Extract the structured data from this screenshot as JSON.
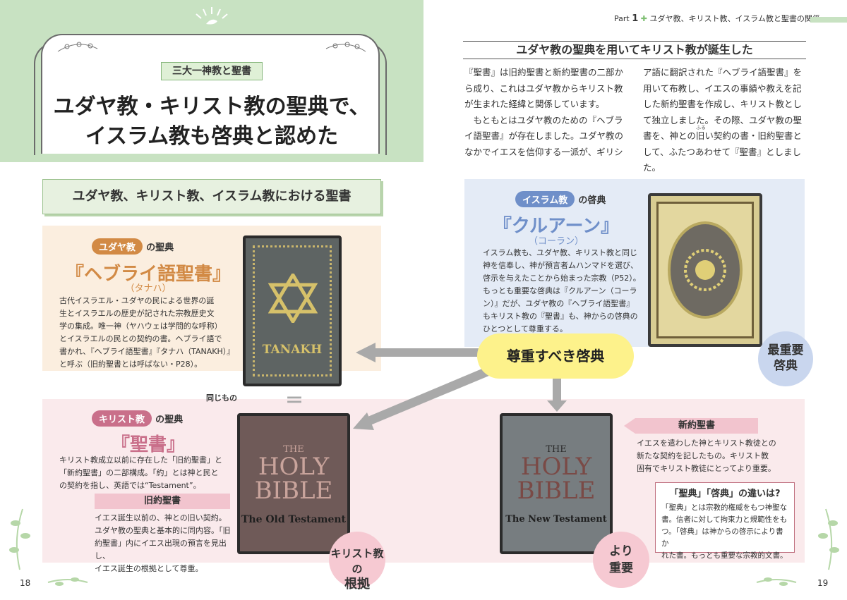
{
  "header": {
    "tag": "三大一神教と聖書",
    "title_line1": "ユダヤ教・キリスト教の聖典で、",
    "title_line2": "イスラム教も啓典と認めた"
  },
  "part": {
    "label": "Part",
    "number": "1",
    "separator": "✚",
    "title": "ユダヤ教、キリスト教、イスラム教と聖書の関係"
  },
  "intro": {
    "heading": "ユダヤ教の聖典を用いてキリスト教が誕生した",
    "col1": [
      "『聖書』は旧約聖書と新約聖書の二部か",
      "ら成り、これはユダヤ教からキリスト教",
      "が生まれた経緯と関係しています。",
      "　もともとはユダヤ教のための『ヘブラ",
      "イ語聖書』が存在しました。ユダヤ教の",
      "なかでイエスを信仰する一派が、ギリシ"
    ],
    "col2": [
      "ア語に翻訳された『ヘブライ語聖書』を",
      "用いて布教し、イエスの事績や教えを記",
      "した新約聖書を作成し、キリスト教とし",
      "て独立しました。その際、ユダヤ教の聖",
      "書を、神との旧い契約の書・旧約聖書と",
      "して、ふたつあわせて『聖書』としました。"
    ],
    "ruby": "ふる"
  },
  "diagram_title": "ユダヤ教、キリスト教、イスラム教における聖書",
  "judaism": {
    "pill": "ユダヤ教",
    "suffix": "の聖典",
    "book": "『ヘブライ語聖書』",
    "reading": "（タナハ）",
    "text": [
      "古代イスラエル・ユダヤの民による世界の誕",
      "生とイスラエルの歴史が記された宗教歴史文",
      "学の集成。唯一神（ヤハウェは学問的な呼称）",
      "とイスラエルの民との契約の書。ヘブライ語で",
      "書かれ、『ヘブライ語聖書』『タナハ（TANAKH）』",
      "と呼ぶ（旧約聖書とは呼ばない・P28）。"
    ],
    "cover": "TANAKH"
  },
  "islam": {
    "pill": "イスラム教",
    "suffix": "の啓典",
    "book": "『クルアーン』",
    "reading": "（コーラン）",
    "text": [
      "イスラム教も、ユダヤ教、キリスト教と同じ",
      "神を信奉し、神が預言者ムハンマドを選び、",
      "啓示を与えたことから始まった宗教（P52）。",
      "もっとも重要な啓典は『クルアーン（コーラ",
      "ン）』だが、ユダヤ教の『ヘブライ語聖書』",
      "もキリスト教の『聖書』も、神からの啓典の",
      "ひとつとして尊重する。"
    ],
    "badge_line1": "最重要",
    "badge_line2": "啓典"
  },
  "center_label": "尊重すべき啓典",
  "same_label": "同じもの",
  "equal_sign": "＝",
  "christianity": {
    "pill": "キリスト教",
    "suffix": "の聖典",
    "book": "『聖書』",
    "text": [
      "キリスト教成立以前に存在した「旧約聖書」と",
      "「新約聖書」の二部構成。「約」とは神と民と",
      "の契約を指し、英語では“Testament”。"
    ],
    "old_label": "旧約聖書",
    "old_text": [
      "イエス誕生以前の、神との旧い契約。",
      "ユダヤ教の聖典と基本的に同内容。「旧",
      "約聖書」内にイエス出現の預言を見出し、",
      "イエス誕生の根拠として尊重。"
    ],
    "old_badge_line1": "キリスト教の",
    "old_badge_line2": "根拠",
    "old_cover": {
      "the": "THE",
      "holy": "HOLY",
      "bible": "BIBLE",
      "sub": "The Old Testament"
    },
    "new_label": "新約聖書",
    "new_text": [
      "イエスを遣わした神とキリスト教徒との",
      "新たな契約を記したもの。キリスト教",
      "固有でキリスト教徒にとってより重要。"
    ],
    "new_badge_line1": "より",
    "new_badge_line2": "重要",
    "new_cover": {
      "the": "THE",
      "holy": "HOLY",
      "bible": "BIBLE",
      "sub": "The New Testament"
    }
  },
  "difference": {
    "title": "「聖典」「啓典」の違いは?",
    "text": [
      "「聖典」とは宗教的権威をもつ神聖な",
      "書。信者に対して拘束力と規範性をも",
      "つ。「啓典」は神からの啓示により書か",
      "れた書。もっとも重要な宗教的文書。"
    ]
  },
  "page_left": "18",
  "page_right": "19",
  "colors": {
    "green": "#c8e2c2",
    "judaism": "#d28a45",
    "islam": "#6f8fc9",
    "christ": "#c96f8a",
    "yellow": "#fdf28b"
  }
}
